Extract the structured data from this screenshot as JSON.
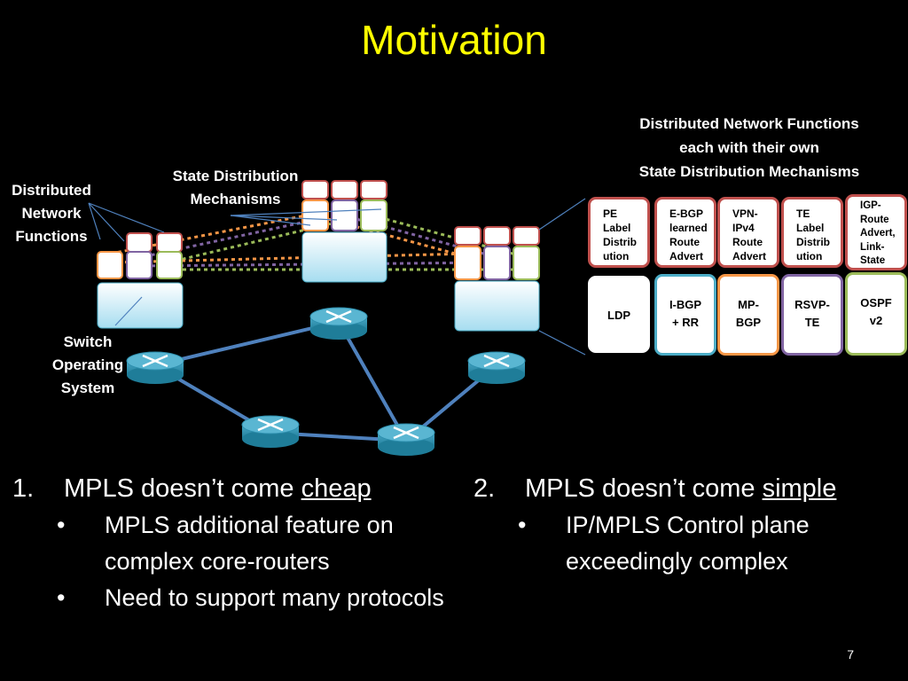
{
  "title": "Motivation",
  "labels": {
    "distributed_network_functions_left": [
      "Distributed",
      "Network",
      "Functions"
    ],
    "state_distribution_mechanisms": [
      "State Distribution",
      "Mechanisms"
    ],
    "switch_operating_system": [
      "Switch",
      "Operating",
      "System"
    ],
    "distributed_functions_heading": [
      "Distributed Network Functions",
      "each with their own",
      "State Distribution Mechanisms"
    ]
  },
  "functions": [
    {
      "top": [
        "PE",
        "Label",
        "Distrib",
        "ution"
      ],
      "bottom": [
        "LDP"
      ],
      "color": "#c0504d",
      "bottom_color": "#ffffff"
    },
    {
      "top": [
        "E-BGP",
        "learned",
        "Route",
        "Advert"
      ],
      "bottom": [
        "I-BGP",
        "+ RR"
      ],
      "color": "#c0504d",
      "bottom_color": "#4bacc6"
    },
    {
      "top": [
        "VPN-",
        "IPv4",
        "Route",
        "Advert"
      ],
      "bottom": [
        "MP-",
        "BGP"
      ],
      "color": "#c0504d",
      "bottom_color": "#f79646"
    },
    {
      "top": [
        "TE",
        "Label",
        "Distrib",
        "ution"
      ],
      "bottom": [
        "RSVP-",
        "TE"
      ],
      "color": "#c0504d",
      "bottom_color": "#8064a2"
    },
    {
      "top": [
        "IGP-",
        "Route",
        "Advert,",
        "Link-",
        "State"
      ],
      "bottom": [
        "OSPF",
        "v2"
      ],
      "color": "#c0504d",
      "bottom_color": "#9bbb59"
    }
  ],
  "points": [
    {
      "number": "1.",
      "heading_text": "MPLS doesn’t come ",
      "heading_emphasis": "cheap",
      "bullets": [
        "MPLS additional feature on complex core-routers",
        "Need to support many protocols"
      ]
    },
    {
      "number": "2.",
      "heading_text": "MPLS doesn’t come ",
      "heading_emphasis": "simple",
      "bullets": [
        "IP/MPLS Control plane exceedingly complex"
      ]
    }
  ],
  "bullet_glyph": "•",
  "page_number": "7",
  "colors": {
    "title": "#ffff00",
    "red": "#c0504d",
    "orange": "#f79646",
    "purple": "#8064a2",
    "green": "#9bbb59",
    "blue": "#4bacc6",
    "link": "#4f81bd",
    "router": "#31859c"
  }
}
